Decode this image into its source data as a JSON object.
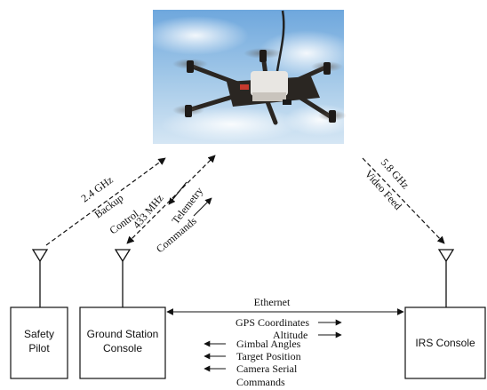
{
  "boxes": {
    "safety_pilot": [
      "Safety",
      "Pilot"
    ],
    "ground_station": [
      "Ground Station",
      "Console"
    ],
    "irs_console": "IRS Console"
  },
  "links": {
    "backup": {
      "freq": "2.4 GHz",
      "label_line1": "Backup",
      "label_line2": "Control"
    },
    "telemetry": {
      "freq": "433 MHz",
      "telemetry": "Telemetry",
      "commands": "Commands"
    },
    "video": {
      "freq": "5.8 GHz",
      "label": "Video Feed"
    },
    "ethernet": "Ethernet"
  },
  "data_flows": {
    "to_irs": [
      "GPS Coordinates",
      "Altitude"
    ],
    "to_ground": [
      "Gimbal Angles",
      "Target Position",
      "Camera Serial",
      "Commands"
    ]
  },
  "colors": {
    "line": "#111111",
    "sky_top": "#6ea7dd",
    "sky_bottom": "#c6def2",
    "drone_body": "#2a2622"
  }
}
